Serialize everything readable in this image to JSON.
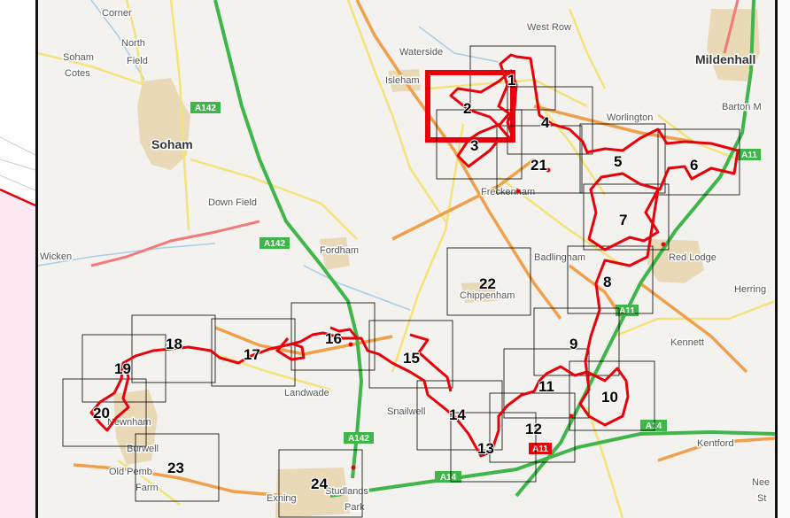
{
  "places": {
    "corner": "Corner",
    "north_field_1": "North",
    "north_field_2": "Field",
    "soham_cotes_1": "Soham",
    "soham_cotes_2": "Cotes",
    "soham": "Soham",
    "down_field": "Down Field",
    "wicken": "Wicken",
    "waterside": "Waterside",
    "isleham": "Isleham",
    "west_row": "West Row",
    "mildenhall": "Mildenhall",
    "barton_m": "Barton M",
    "worlington": "Worlington",
    "freckenham": "Freckenham",
    "fordham": "Fordham",
    "badlingham": "Badlingham",
    "red_lodge": "Red Lodge",
    "chippenham": "Chippenham",
    "herring": "Herring",
    "kennett": "Kennett",
    "landwade": "Landwade",
    "snailwell": "Snailwell",
    "newnham": "Newnham",
    "burwell": "Burwell",
    "old_pembroke_1": "Old Pemb",
    "old_pembroke_2": "Farm",
    "exning": "Exning",
    "studlands_1": "Studlands",
    "studlands_2": "Park",
    "kentford": "Kentford",
    "need_1": "Nee",
    "need_2": "St"
  },
  "roads": {
    "a142_north": "A142",
    "a142_mid": "A142",
    "a142_south": "A142",
    "a11_east": "A11",
    "a11_mid": "A11",
    "a14_east": "A14",
    "a14_west": "A14",
    "a11_south": "A11"
  },
  "route_tiles": [
    {
      "id": "tile-1",
      "label": "1",
      "highlighted": false
    },
    {
      "id": "tile-2",
      "label": "2",
      "highlighted": true
    },
    {
      "id": "tile-3",
      "label": "3",
      "highlighted": false
    },
    {
      "id": "tile-4",
      "label": "4",
      "highlighted": false
    },
    {
      "id": "tile-5",
      "label": "5",
      "highlighted": false
    },
    {
      "id": "tile-6",
      "label": "6",
      "highlighted": false
    },
    {
      "id": "tile-7",
      "label": "7",
      "highlighted": false
    },
    {
      "id": "tile-8",
      "label": "8",
      "highlighted": false
    },
    {
      "id": "tile-9",
      "label": "9",
      "highlighted": false
    },
    {
      "id": "tile-10",
      "label": "10",
      "highlighted": false
    },
    {
      "id": "tile-11",
      "label": "11",
      "highlighted": false
    },
    {
      "id": "tile-12",
      "label": "12",
      "highlighted": false
    },
    {
      "id": "tile-13",
      "label": "13",
      "highlighted": false
    },
    {
      "id": "tile-14",
      "label": "14",
      "highlighted": false
    },
    {
      "id": "tile-15",
      "label": "15",
      "highlighted": false
    },
    {
      "id": "tile-16",
      "label": "16",
      "highlighted": false
    },
    {
      "id": "tile-17",
      "label": "17",
      "highlighted": false
    },
    {
      "id": "tile-18",
      "label": "18",
      "highlighted": false
    },
    {
      "id": "tile-19",
      "label": "19",
      "highlighted": false
    },
    {
      "id": "tile-20",
      "label": "20",
      "highlighted": false
    },
    {
      "id": "tile-21",
      "label": "21",
      "highlighted": false
    },
    {
      "id": "tile-22",
      "label": "22",
      "highlighted": false
    },
    {
      "id": "tile-23",
      "label": "23",
      "highlighted": false
    },
    {
      "id": "tile-24",
      "label": "24",
      "highlighted": false
    }
  ],
  "colors": {
    "route": "#e8000b",
    "highlight_box": "#e8000b",
    "tile_border": "#000000",
    "a_road_green": "#3fb54a",
    "b_road_orange": "#f0a04b",
    "minor_road_yellow": "#f4e27a",
    "railway_red": "#f27a7a",
    "urban": "#ead9b7",
    "water": "#a8cde8",
    "map_background": "#f3f2ee"
  }
}
